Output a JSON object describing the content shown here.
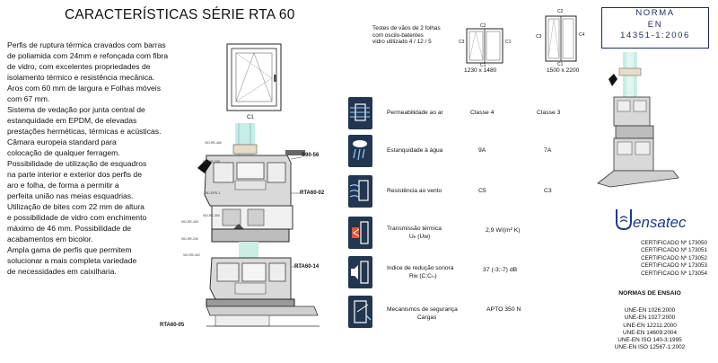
{
  "title": "CARACTERÍSTICAS SÉRIE RTA 60",
  "description_lines": [
    "Perfis de ruptura térmica cravados com barras",
    "de poliamida com 24mm e refonçada com fibra",
    "de vidro, com excelentes propriedades de",
    "isolamento térmico e resistência mecânica.",
    "Aros com 60 mm de largura e Folhas móveis",
    "com 67 mm.",
    "Sistema de vedação por junta central de",
    "estanquidade em EPDM, de elevadas",
    "prestações herméticas, térmicas e acústicas.",
    "Câmara europeia standard para",
    "colocação de qualquer ferragem.",
    "Possibilidade de utilização de esquadros",
    "na parte interior e exterior dos perfis de",
    "aro e folha, de forma a permitir a",
    "perfeita união nas meias esquadrias.",
    "Utilização de bites com 22 mm de altura",
    "e possibilidade de vidro com enchimento",
    "máximo de 46 mm. Possibilidade de",
    "acabamentos em bicolor.",
    "Ampla gama de perfis que permitem",
    "solucionar a mais completa variedade",
    "de necessidades em caixilharia."
  ],
  "section_drawing": {
    "window_label": "C1",
    "profile_labels": [
      "S90-56",
      "RTA60-02",
      "RTA60-14",
      "RTA60-05"
    ],
    "small_labels": [
      "VID-RE-460",
      "VID-RE-200",
      "VID-EPD-1",
      "VID-RE-200",
      "VID-RE-400",
      "VID-RE-200",
      "VID-RE-402"
    ]
  },
  "test_header": [
    "Testes de vãos de 2 folhas",
    "com oscilo-batentes",
    "vidro utilizado 4 / 12 / 5"
  ],
  "test_windows": [
    {
      "top_label": "C2",
      "dims": "1230 x 1480",
      "side_labels": [
        "C3",
        "C1"
      ],
      "bottom_label": "C1"
    },
    {
      "top_label": "C2",
      "dims": "1500 x 2200",
      "side_labels": [
        "C3",
        "C4"
      ],
      "bottom_label": "C1"
    }
  ],
  "performance_rows": [
    {
      "label_lines": [
        "Permeabilidade ao ar"
      ],
      "value1": "Classe 4",
      "value2": "Classe 3",
      "icon": "air-permeability-icon"
    },
    {
      "label_lines": [
        "Estanquidade à água"
      ],
      "value1": "9A",
      "value2": "7A",
      "icon": "water-tightness-icon"
    },
    {
      "label_lines": [
        "Resistência ao vento"
      ],
      "value1": "C5",
      "value2": "C3",
      "icon": "wind-resistance-icon"
    },
    {
      "label_lines": [
        "Transmissão térmica",
        "Uₕ (Uw)"
      ],
      "value1": "2,9 W/(m² K)",
      "value2": "",
      "icon": "thermal-transmission-icon"
    },
    {
      "label_lines": [
        "Indice de redução sonora",
        "Rw (C;Cₜᵣ)"
      ],
      "value1": "37 (-3;-7)  dB",
      "value2": "",
      "icon": "sound-reduction-icon"
    },
    {
      "label_lines": [
        "Mecanismos de segurança",
        "Cargas"
      ],
      "value1": "APTO 350 N",
      "value2": "",
      "icon": "security-mechanism-icon"
    }
  ],
  "norma": [
    "NORMA",
    "EN",
    "14351-1:2006"
  ],
  "logo_text": "ensatec",
  "certificates": [
    "CERTIFICADO Nº 173050",
    "CERTIFICADO Nº 173051",
    "CERTIFICADO Nº 173052",
    "CERTIFICADO Nº 173053",
    "CERTIFICADO Nº 173054"
  ],
  "normas_title": "NORMAS DE ENSAIO",
  "normas": [
    "UNE-EN 1026:2000",
    "UNE-EN 1027:2000",
    "UNE-EN 12211:2000",
    "UNE-EN 14609:2004",
    "UNE-EN ISO 140-3:1995",
    "UNE-EN ISO 12567-1:2002"
  ],
  "colors": {
    "icon_bg": "#23364f",
    "norma_blue": "#1e2a5a",
    "glass": "#c8ede4",
    "profile_gray": "#9a9a9a"
  }
}
